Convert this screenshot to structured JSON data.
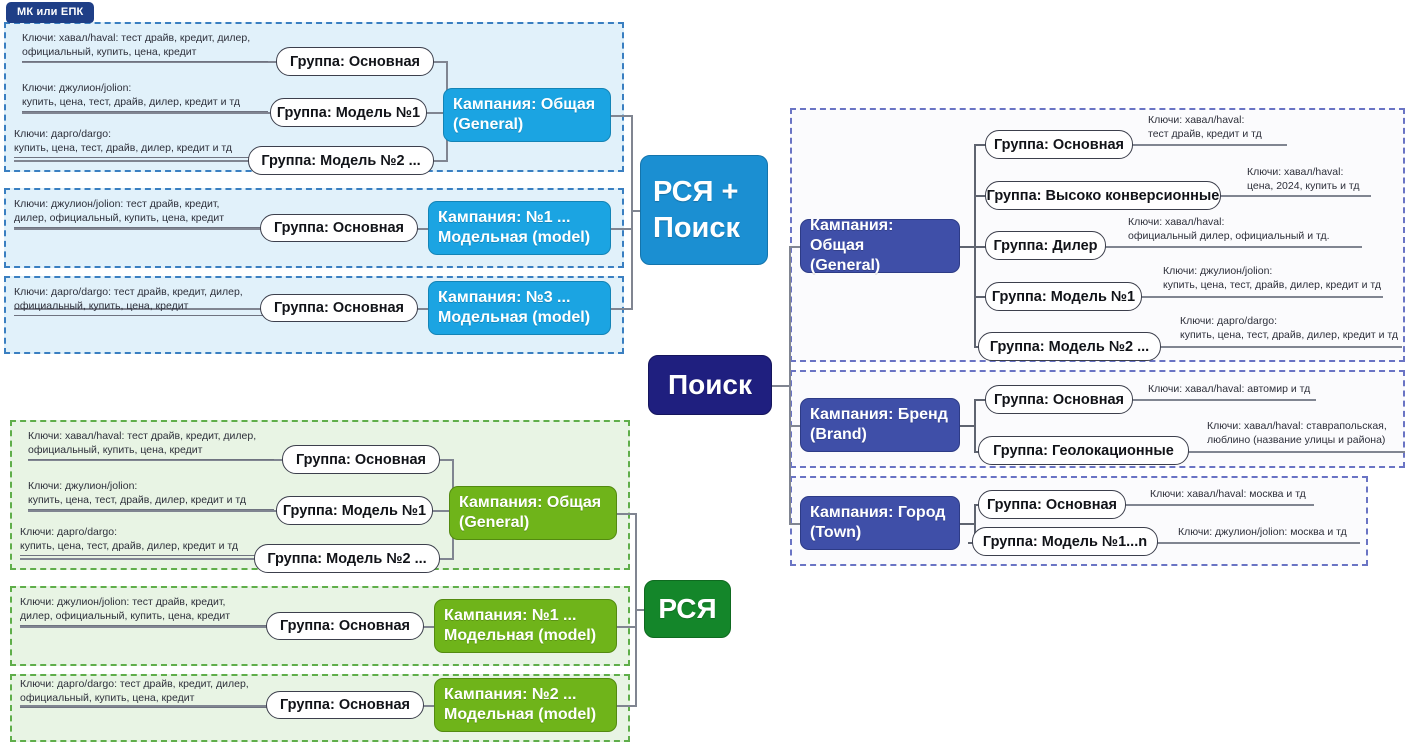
{
  "tab": {
    "label": "МК или ЕПК"
  },
  "hubs": [
    {
      "id": "rsya-search",
      "label": "РСЯ +\nПоиск",
      "color": "#1b8fd2"
    },
    {
      "id": "search",
      "label": "Поиск",
      "color": "#1f1f7f"
    },
    {
      "id": "rsya",
      "label": "РСЯ",
      "color": "#14862a"
    }
  ],
  "left_blue": {
    "panels": [
      {
        "campaign": "Кампания: Общая\n(General)",
        "rows": [
          {
            "keys": "Ключи: хавал/haval: тест драйв, кредит, дилер,\nофициальный, купить, цена, кредит",
            "group": "Группа: Основная"
          },
          {
            "keys": "Ключи: джулион/jolion:\nкупить, цена, тест, драйв, дилер, кредит и тд",
            "group": "Группа: Модель №1"
          },
          {
            "keys": "Ключи: дарго/dargo:\nкупить, цена, тест, драйв, дилер, кредит и тд",
            "group": "Группа: Модель №2 ..."
          }
        ]
      },
      {
        "campaign": "Кампания: №1 ...\nМодельная (model)",
        "rows": [
          {
            "keys": "Ключи: джулион/jolion: тест драйв, кредит,\nдилер, официальный, купить, цена, кредит",
            "group": "Группа: Основная"
          }
        ]
      },
      {
        "campaign": "Кампания: №3 ...\nМодельная (model)",
        "rows": [
          {
            "keys": "Ключи: дарго/dargo: тест драйв, кредит, дилер,\nофициальный, купить, цена, кредит",
            "group": "Группа: Основная"
          }
        ]
      }
    ]
  },
  "left_green": {
    "panels": [
      {
        "campaign": "Кампания: Общая\n(General)",
        "rows": [
          {
            "keys": "Ключи: хавал/haval: тест драйв, кредит, дилер,\nофициальный, купить, цена, кредит",
            "group": "Группа: Основная"
          },
          {
            "keys": "Ключи: джулион/jolion:\nкупить, цена, тест, драйв, дилер, кредит и тд",
            "group": "Группа: Модель №1"
          },
          {
            "keys": "Ключи: дарго/dargo:\nкупить, цена, тест, драйв, дилер, кредит и тд",
            "group": "Группа: Модель №2 ..."
          }
        ]
      },
      {
        "campaign": "Кампания: №1 ...\nМодельная (model)",
        "rows": [
          {
            "keys": "Ключи: джулион/jolion: тест драйв, кредит,\nдилер, официальный, купить, цена, кредит",
            "group": "Группа: Основная"
          }
        ]
      },
      {
        "campaign": "Кампания: №2 ...\nМодельная (model)",
        "rows": [
          {
            "keys": "Ключи: дарго/dargo: тест драйв, кредит, дилер,\nофициальный, купить, цена, кредит",
            "group": "Группа: Основная"
          }
        ]
      }
    ]
  },
  "right_search": {
    "panels": [
      {
        "campaign": "Кампания: Общая\n(General)",
        "rows": [
          {
            "group": "Группа: Основная",
            "keys": "Ключи: хавал/haval:\nтест драйв, кредит и тд"
          },
          {
            "group": "Группа: Высоко конверсионные",
            "keys": "Ключи: хавал/haval:\nцена, 2024, купить и тд"
          },
          {
            "group": "Группа: Дилер",
            "keys": "Ключи: хавал/haval:\nофициальный дилер, официальный и тд."
          },
          {
            "group": "Группа: Модель №1",
            "keys": "Ключи: джулион/jolion:\nкупить, цена, тест, драйв, дилер, кредит и тд"
          },
          {
            "group": "Группа: Модель №2 ...",
            "keys": "Ключи: дарго/dargo:\nкупить, цена, тест, драйв, дилер, кредит и тд"
          }
        ]
      },
      {
        "campaign": "Кампания: Бренд\n(Brand)",
        "rows": [
          {
            "group": "Группа: Основная",
            "keys": "Ключи: хавал/haval: автомир и тд"
          },
          {
            "group": "Группа: Геолокационные",
            "keys": "Ключи: хавал/haval: ставрапольская,\nлюблино (название улицы и района)"
          }
        ]
      },
      {
        "campaign": "Кампания: Город\n(Town)",
        "rows": [
          {
            "group": "Группа: Основная",
            "keys": "Ключи: хавал/haval: москва и тд"
          },
          {
            "group": "Группа: Модель №1...n",
            "keys": "Ключи: джулион/jolion:  москва и тд"
          }
        ]
      }
    ]
  }
}
